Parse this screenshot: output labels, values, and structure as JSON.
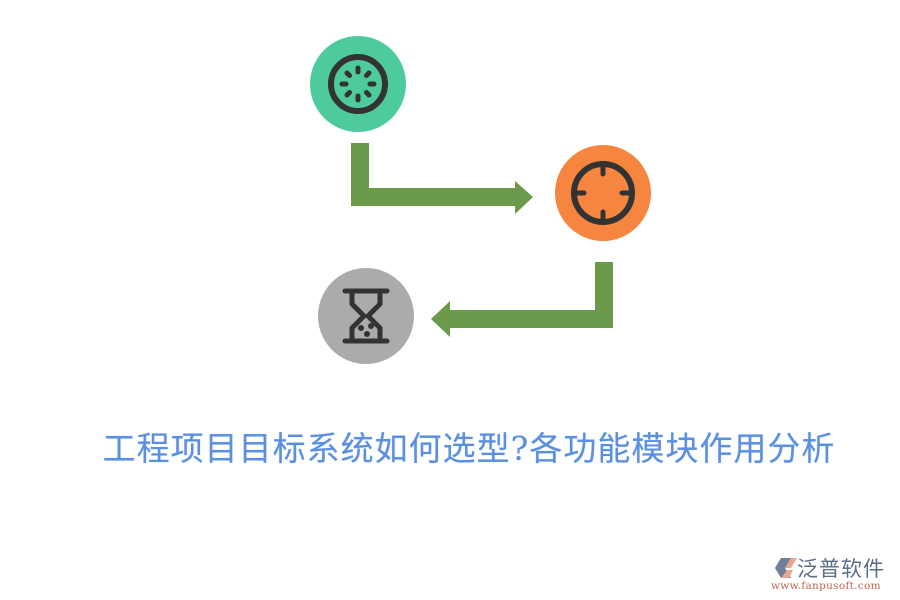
{
  "diagram": {
    "title": "工程项目目标系统如何选型?各功能模块作用分析",
    "nodes": [
      {
        "id": "start",
        "icon": "loading-spinner-icon",
        "color": "#4ecb9c"
      },
      {
        "id": "target",
        "icon": "crosshair-target-icon",
        "color": "#f5853f"
      },
      {
        "id": "wait",
        "icon": "hourglass-icon",
        "color": "#ababab"
      }
    ],
    "edges": [
      {
        "from": "start",
        "to": "target",
        "color": "#6a9a4a"
      },
      {
        "from": "target",
        "to": "wait",
        "color": "#6a9a4a"
      }
    ],
    "colors": {
      "icon_stroke": "#333333",
      "arrow": "#6a9a4a",
      "title": "#5b8fe0"
    }
  },
  "logo": {
    "name": "泛普软件",
    "url": "www.fanpusoft.com"
  }
}
